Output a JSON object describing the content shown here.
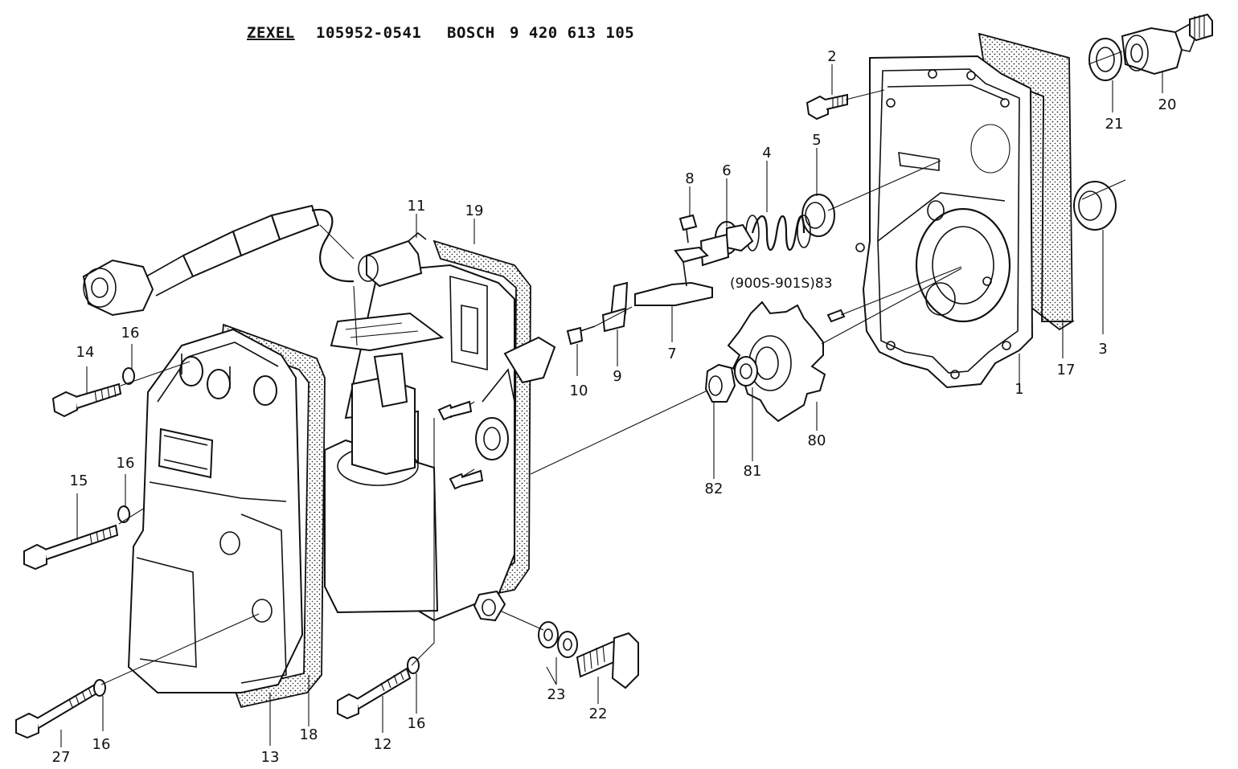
{
  "header": {
    "zexel_label": "ZEXEL",
    "zexel_number": "105952-0541",
    "bosch_label": "BOSCH",
    "bosch_number": "9 420 613 105"
  },
  "part_labels": {
    "p1": "1",
    "p2": "2",
    "p3": "3",
    "p4": "4",
    "p5": "5",
    "p6": "6",
    "p7": "7",
    "p8": "8",
    "p9": "9",
    "p10": "10",
    "p11": "11",
    "p12": "12",
    "p13": "13",
    "p14": "14",
    "p15": "15",
    "p16a": "16",
    "p16b": "16",
    "p16c": "16",
    "p16d": "16",
    "p17": "17",
    "p18": "18",
    "p19": "19",
    "p20": "20",
    "p21": "21",
    "p22": "22",
    "p23": "23",
    "p27": "27",
    "p80": "80",
    "p81": "81",
    "p82": "82",
    "p83": "(900S-901S)83"
  }
}
